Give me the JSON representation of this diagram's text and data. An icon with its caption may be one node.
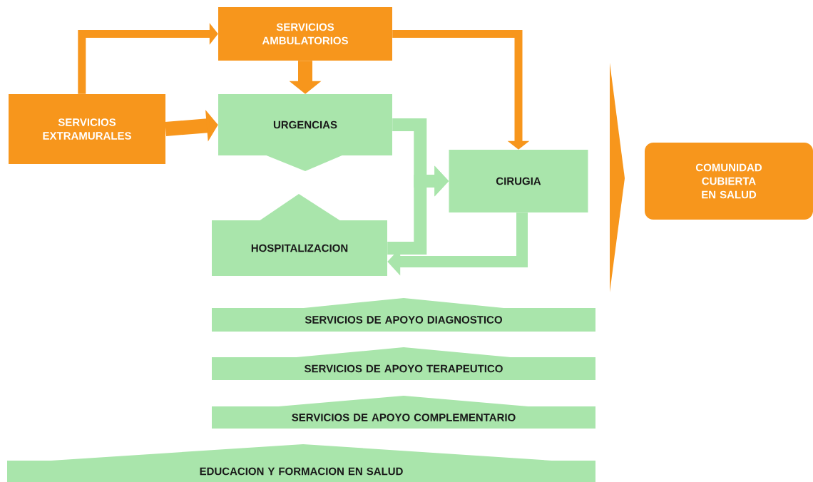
{
  "diagram": {
    "nodes": [
      {
        "text": [
          "SERVICIOS AMBULATORIOS"
        ]
      },
      {
        "text": [
          "SERVICIOS EXTRAMURALES"
        ]
      },
      {
        "text": [
          "URGENCIAS"
        ]
      },
      {
        "text": [
          "CIRUGIA"
        ]
      },
      {
        "text": [
          "HOSPITALIZACION"
        ]
      },
      {
        "text": [
          "COMUNIDAD CUBIERTA EN SALUD"
        ]
      },
      {
        "text": [
          "SERVICIOS DE APOYO DIAGNOSTICO"
        ]
      },
      {
        "text": [
          "SERVICIOS DE APOYO TERAPEUTICO"
        ]
      },
      {
        "text": [
          "SERVICIOS DE APOYO COMPLEMENTARIO"
        ]
      },
      {
        "text": [
          "EDUCACION Y FORMACION EN SALUD"
        ]
      },
      {
        "text": [],
        "shape": "chevron"
      }
    ],
    "edges": [
      {
        "from": 1,
        "to": 0,
        "arrow": "to"
      },
      {
        "from": 1,
        "to": 2,
        "arrow": "to"
      },
      {
        "from": 0,
        "to": 2,
        "arrow": "to"
      },
      {
        "from": 0,
        "to": 3,
        "arrow": "to"
      },
      {
        "from": 2,
        "to": 3,
        "arrow": "to",
        "color": "#a9e5ab"
      },
      {
        "from": 4,
        "to": 3,
        "arrow": "to",
        "color": "#a9e5ab"
      },
      {
        "from": 3,
        "to": 4,
        "arrow": "to",
        "color": "#a9e5ab"
      }
    ]
  }
}
